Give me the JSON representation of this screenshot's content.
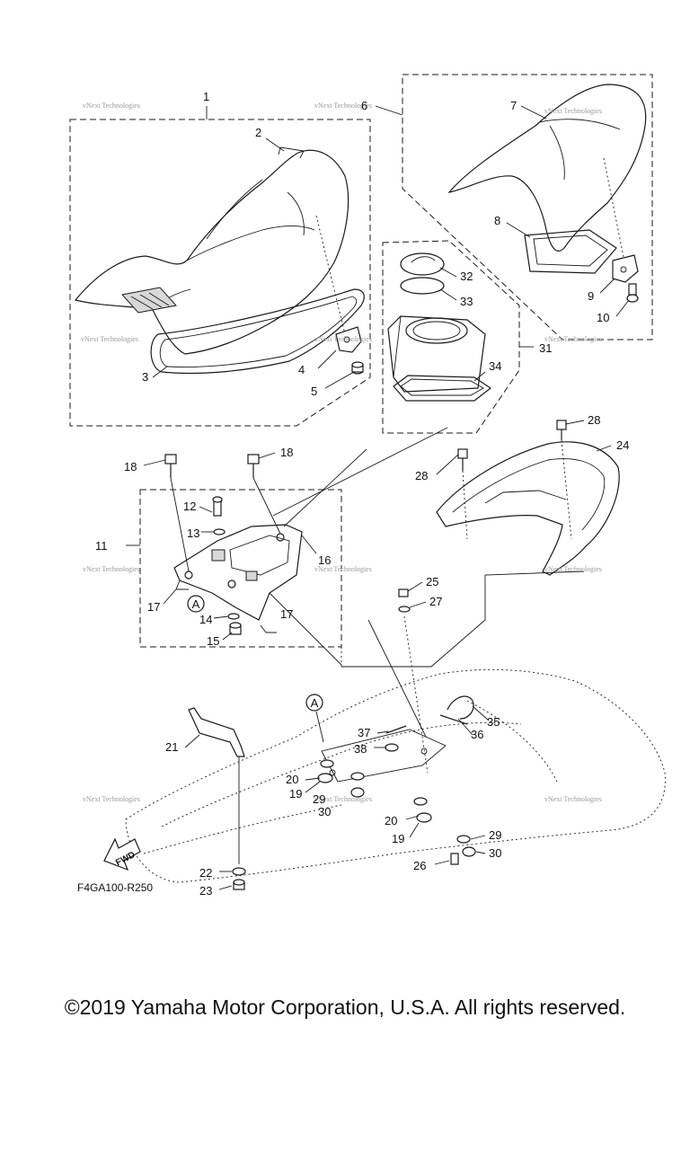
{
  "diagram": {
    "part_labels": [
      "1",
      "2",
      "3",
      "4",
      "5",
      "6",
      "7",
      "8",
      "9",
      "10",
      "11",
      "12",
      "13",
      "14",
      "15",
      "16",
      "17",
      "17",
      "18",
      "18",
      "19",
      "19",
      "20",
      "20",
      "21",
      "22",
      "23",
      "24",
      "25",
      "26",
      "27",
      "28",
      "28",
      "29",
      "29",
      "30",
      "30",
      "31",
      "32",
      "33",
      "34",
      "35",
      "36",
      "37",
      "38"
    ],
    "callouts": [
      "A",
      "A"
    ],
    "fwd_label": "FWD",
    "drawing_code": "F4GA100-R250",
    "watermark_text": "vNext Technologies"
  },
  "footer": {
    "copyright": "©2019 Yamaha Motor Corporation, U.S.A. All rights reserved."
  }
}
